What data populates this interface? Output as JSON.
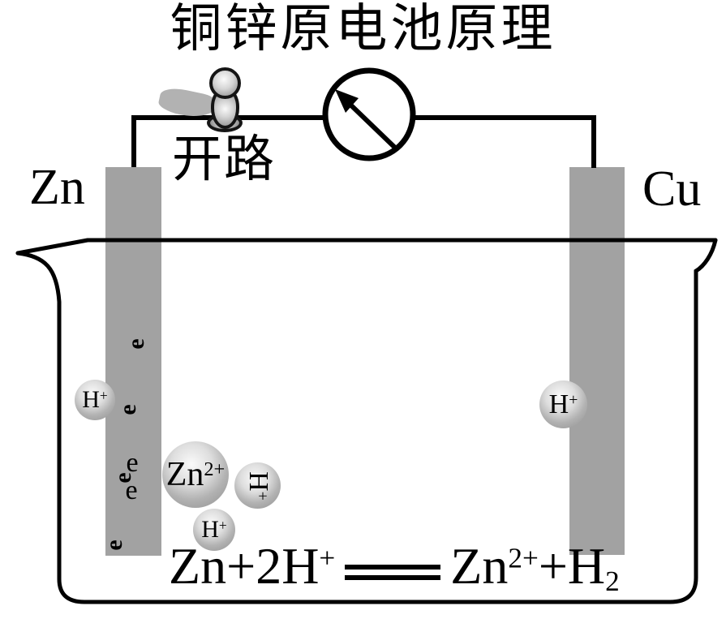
{
  "title": "铜锌原电池原理",
  "switch": {
    "state_label": "开路"
  },
  "electrodes": {
    "left": "Zn",
    "right": "Cu"
  },
  "ions": {
    "h_left": {
      "symbol": "H",
      "charge": "+"
    },
    "zn": {
      "symbol": "Zn",
      "charge": "2+"
    },
    "h_mid": {
      "symbol": "H",
      "charge": "+"
    },
    "h_bottom": {
      "symbol": "H",
      "charge": "+"
    },
    "h_right": {
      "symbol": "H",
      "charge": "+"
    }
  },
  "electron": {
    "symbol": "e"
  },
  "equation": {
    "lhs": "Zn+2H",
    "lhs_sup": "+",
    "rhs_zn": "Zn",
    "rhs_zn_sup": "2+",
    "rhs_h": "+H",
    "rhs_h_sub": "2"
  },
  "colors": {
    "electrode_gray": "#a2a2a2",
    "ball_edge_gray": "#8e8e8e",
    "shadow_gray": "#b2b2b2",
    "line_black": "#000000"
  }
}
